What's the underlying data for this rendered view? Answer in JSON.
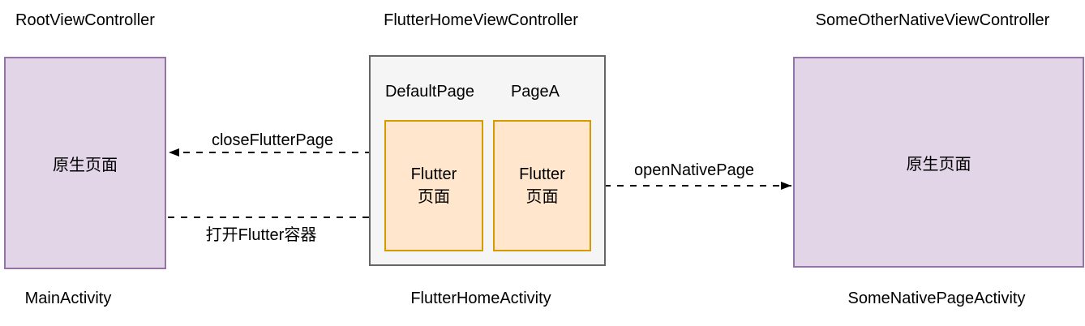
{
  "colors": {
    "purple-fill": "#E1D5E7",
    "purple-stroke": "#9673A6",
    "orange-fill": "#FFE6CC",
    "orange-stroke": "#D79B00",
    "container-fill": "#F5F5F5",
    "container-stroke": "#666666",
    "arrow-color": "#000000",
    "canvas-bg": "#FFFFFF"
  },
  "left_group": {
    "controller_label": "RootViewController",
    "box_label": "原生页面",
    "activity_label": "MainActivity"
  },
  "middle_group": {
    "controller_label": "FlutterHomeViewController",
    "default_page_label": "DefaultPage",
    "page_a_label": "PageA",
    "flutter_pages": [
      {
        "line1": "Flutter",
        "line2": "页面"
      },
      {
        "line1": "Flutter",
        "line2": "页面"
      }
    ],
    "activity_label": "FlutterHomeActivity"
  },
  "right_group": {
    "controller_label": "SomeOtherNativeViewController",
    "box_label": "原生页面",
    "activity_label": "SomeNativePageActivity"
  },
  "arrows": {
    "close_flutter_page": {
      "label": "closeFlutterPage",
      "direction": "left",
      "style": "dashed"
    },
    "open_flutter_container": {
      "label": "打开Flutter容器",
      "direction": "right",
      "style": "dashed"
    },
    "open_native_page": {
      "label": "openNativePage",
      "direction": "right",
      "style": "dashed"
    }
  }
}
